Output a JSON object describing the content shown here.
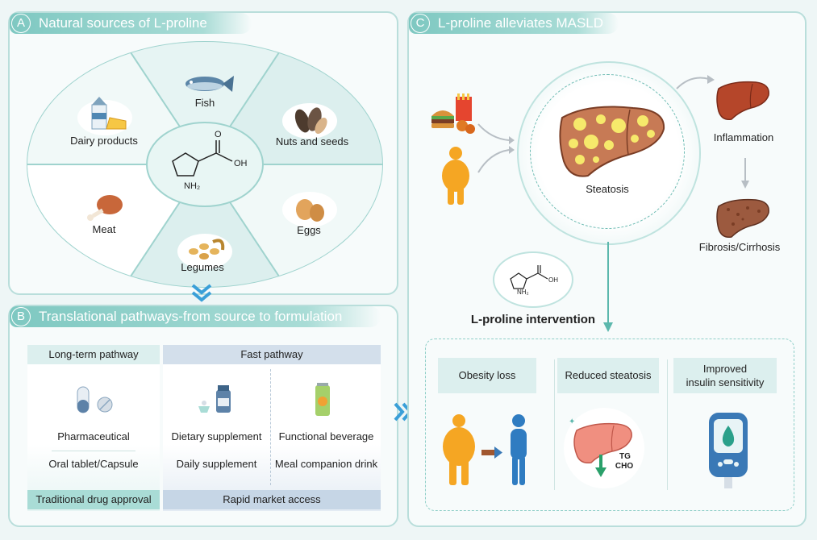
{
  "panel_a": {
    "letter": "A",
    "title": "Natural sources of L-proline",
    "sources": [
      "Fish",
      "Dairy products",
      "Nuts and seeds",
      "Meat",
      "Eggs",
      "Legumes"
    ],
    "molecule": {
      "o": "O",
      "oh": "OH",
      "nh2": "NH₂"
    }
  },
  "panel_b": {
    "letter": "B",
    "title": "Translational pathways-from source to formulation",
    "long_term": {
      "header": "Long-term pathway",
      "product": "Pharmaceutical",
      "form": "Oral tablet/Capsule",
      "footer": "Traditional drug approval"
    },
    "fast": {
      "header": "Fast pathway",
      "col1_product": "Dietary supplement",
      "col1_form": "Daily supplement",
      "col2_product": "Functional beverage",
      "col2_form": "Meal companion drink",
      "footer": "Rapid market access"
    }
  },
  "panel_c": {
    "letter": "C",
    "title": "L-proline alleviates MASLD",
    "steatosis": "Steatosis",
    "inflammation": "Inflammation",
    "fibrosis": "Fibrosis/Cirrhosis",
    "intervention": "L-proline intervention",
    "molecule": {
      "oh": "OH",
      "nh2": "NH₂"
    },
    "outcomes": [
      "Obesity loss",
      "Reduced steatosis",
      "Improved insulin sensitivity"
    ],
    "outcome3_line1": "Improved",
    "outcome3_line2": "insulin sensitivity",
    "tg": "TG",
    "cho": "CHO"
  },
  "colors": {
    "teal": "#7ec8c1",
    "blue_arrow": "#3a9fd8",
    "liver": "#c77a55",
    "fat": "#f6e96b"
  }
}
